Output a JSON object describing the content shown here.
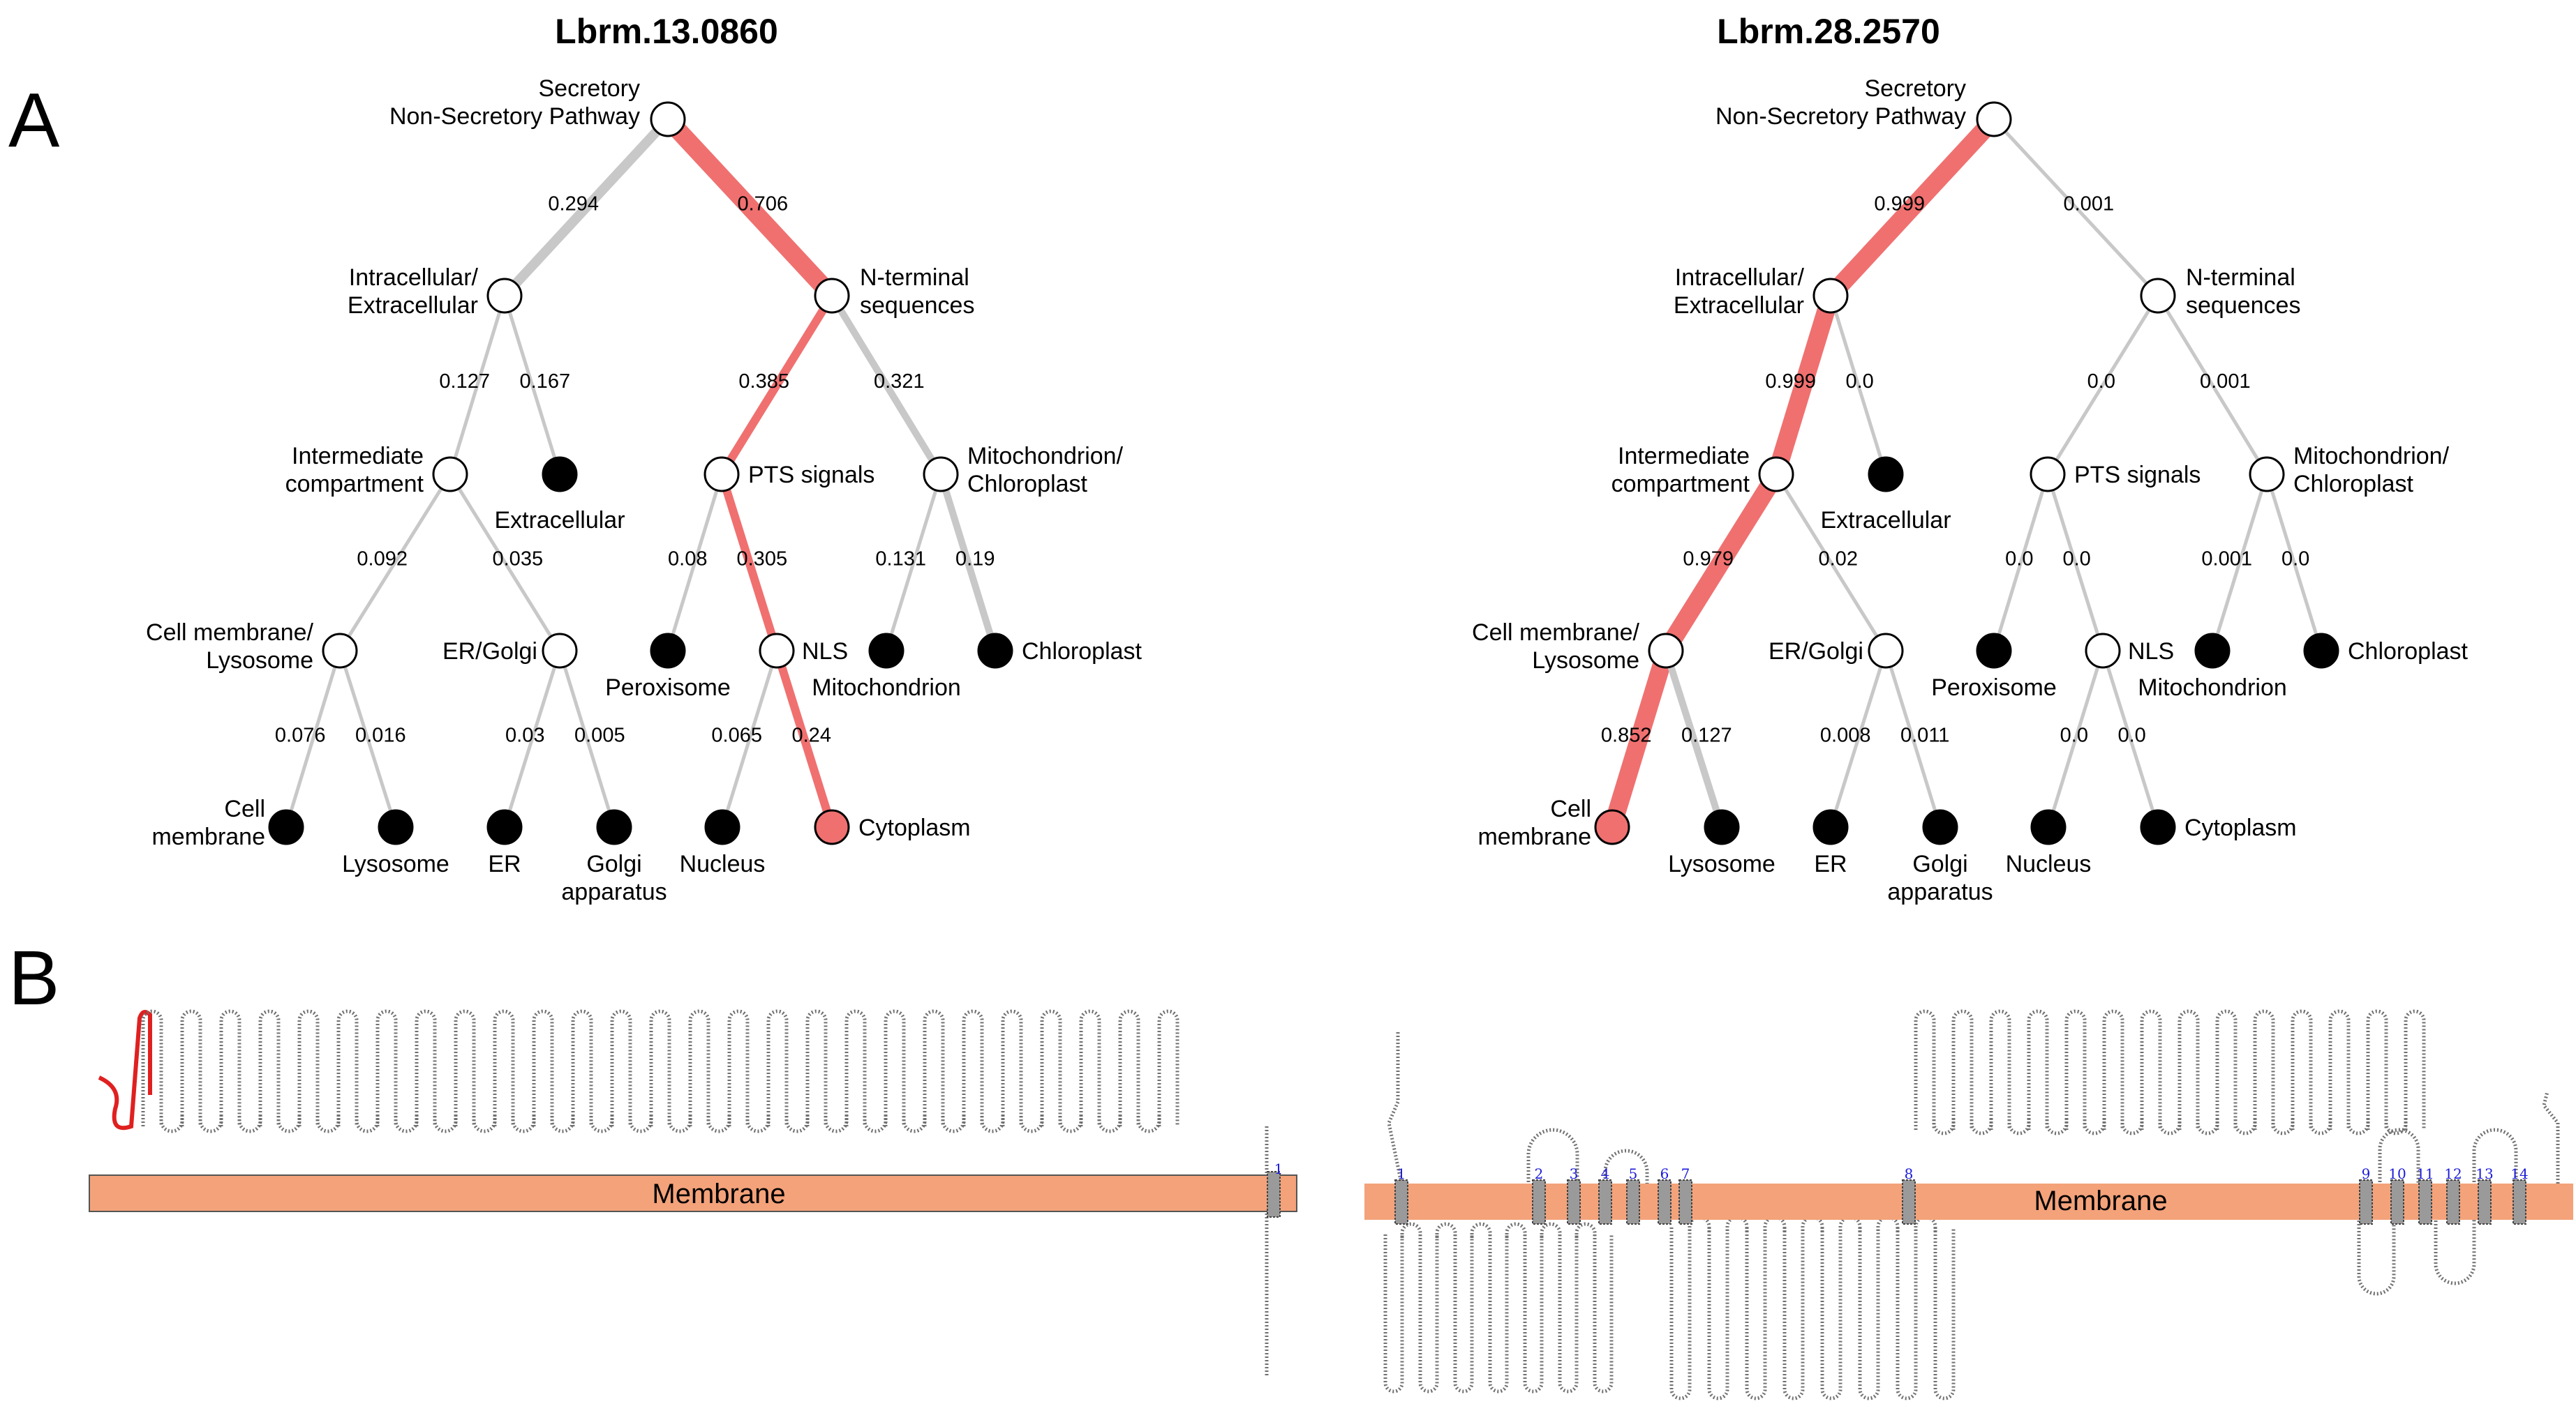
{
  "panel_letters": {
    "a": "A",
    "b": "B"
  },
  "colors": {
    "highlight": "#f07070",
    "gray": "#c8c8c8",
    "membrane": "#f4a27a",
    "loop": "#707070",
    "signal": "#e02020",
    "numbers": "#1a1adb"
  },
  "trees": [
    {
      "title": "Lbrm.13.0860",
      "nodes": {
        "root": {
          "label": [
            "Secretory",
            "Non-Secretory Pathway"
          ],
          "fill": "white"
        },
        "intra": {
          "label": [
            "Intracellular/",
            "Extracellular"
          ],
          "fill": "white"
        },
        "nterm": {
          "label": [
            "N-terminal",
            "sequences"
          ],
          "fill": "white"
        },
        "inter": {
          "label": [
            "Intermediate",
            "compartment"
          ],
          "fill": "white"
        },
        "extra": {
          "label": [
            "Extracellular"
          ],
          "fill": "black"
        },
        "pts": {
          "label": [
            "PTS signals"
          ],
          "fill": "white"
        },
        "mito": {
          "label": [
            "Mitochondrion/",
            "Chloroplast"
          ],
          "fill": "white"
        },
        "cml": {
          "label": [
            "Cell membrane/",
            "Lysosome"
          ],
          "fill": "white"
        },
        "erg": {
          "label": [
            "ER/Golgi"
          ],
          "fill": "white"
        },
        "perox": {
          "label": [
            "Peroxisome"
          ],
          "fill": "black"
        },
        "nls": {
          "label": [
            "NLS"
          ],
          "fill": "white"
        },
        "mitoc": {
          "label": [
            "Mitochondrion"
          ],
          "fill": "black"
        },
        "chloro": {
          "label": [
            "Chloroplast"
          ],
          "fill": "black"
        },
        "cellm": {
          "label": [
            "Cell",
            "membrane"
          ],
          "fill": "black"
        },
        "lyso": {
          "label": [
            "Lysosome"
          ],
          "fill": "black"
        },
        "er": {
          "label": [
            "ER"
          ],
          "fill": "black"
        },
        "golgi": {
          "label": [
            "Golgi",
            "apparatus"
          ],
          "fill": "black"
        },
        "nucleus": {
          "label": [
            "Nucleus"
          ],
          "fill": "black"
        },
        "cyto": {
          "label": [
            "Cytoplasm"
          ],
          "fill": "highlight"
        }
      },
      "edges": [
        {
          "from": "root",
          "to": "intra",
          "p": "0.294",
          "style": "gray-thick"
        },
        {
          "from": "root",
          "to": "nterm",
          "p": "0.706",
          "style": "red-thick"
        },
        {
          "from": "intra",
          "to": "inter",
          "p": "0.127",
          "style": "gray"
        },
        {
          "from": "intra",
          "to": "extra",
          "p": "0.167",
          "style": "gray"
        },
        {
          "from": "nterm",
          "to": "pts",
          "p": "0.385",
          "style": "red"
        },
        {
          "from": "nterm",
          "to": "mito",
          "p": "0.321",
          "style": "gray-mid"
        },
        {
          "from": "inter",
          "to": "cml",
          "p": "0.092",
          "style": "gray"
        },
        {
          "from": "inter",
          "to": "erg",
          "p": "0.035",
          "style": "gray"
        },
        {
          "from": "pts",
          "to": "perox",
          "p": "0.08",
          "style": "gray"
        },
        {
          "from": "pts",
          "to": "nls",
          "p": "0.305",
          "style": "red"
        },
        {
          "from": "mito",
          "to": "mitoc",
          "p": "0.131",
          "style": "gray"
        },
        {
          "from": "mito",
          "to": "chloro",
          "p": "0.19",
          "style": "gray-mid"
        },
        {
          "from": "cml",
          "to": "cellm",
          "p": "0.076",
          "style": "gray"
        },
        {
          "from": "cml",
          "to": "lyso",
          "p": "0.016",
          "style": "gray"
        },
        {
          "from": "erg",
          "to": "er",
          "p": "0.03",
          "style": "gray"
        },
        {
          "from": "erg",
          "to": "golgi",
          "p": "0.005",
          "style": "gray"
        },
        {
          "from": "nls",
          "to": "nucleus",
          "p": "0.065",
          "style": "gray"
        },
        {
          "from": "nls",
          "to": "cyto",
          "p": "0.24",
          "style": "red"
        }
      ]
    },
    {
      "title": "Lbrm.28.2570",
      "nodes": {
        "root": {
          "label": [
            "Secretory",
            "Non-Secretory Pathway"
          ],
          "fill": "white"
        },
        "intra": {
          "label": [
            "Intracellular/",
            "Extracellular"
          ],
          "fill": "white"
        },
        "nterm": {
          "label": [
            "N-terminal",
            "sequences"
          ],
          "fill": "white"
        },
        "inter": {
          "label": [
            "Intermediate",
            "compartment"
          ],
          "fill": "white"
        },
        "extra": {
          "label": [
            "Extracellular"
          ],
          "fill": "black"
        },
        "pts": {
          "label": [
            "PTS signals"
          ],
          "fill": "white"
        },
        "mito": {
          "label": [
            "Mitochondrion/",
            "Chloroplast"
          ],
          "fill": "white"
        },
        "cml": {
          "label": [
            "Cell membrane/",
            "Lysosome"
          ],
          "fill": "white"
        },
        "erg": {
          "label": [
            "ER/Golgi"
          ],
          "fill": "white"
        },
        "perox": {
          "label": [
            "Peroxisome"
          ],
          "fill": "black"
        },
        "nls": {
          "label": [
            "NLS"
          ],
          "fill": "white"
        },
        "mitoc": {
          "label": [
            "Mitochondrion"
          ],
          "fill": "black"
        },
        "chloro": {
          "label": [
            "Chloroplast"
          ],
          "fill": "black"
        },
        "cellm": {
          "label": [
            "Cell",
            "membrane"
          ],
          "fill": "highlight"
        },
        "lyso": {
          "label": [
            "Lysosome"
          ],
          "fill": "black"
        },
        "er": {
          "label": [
            "ER"
          ],
          "fill": "black"
        },
        "golgi": {
          "label": [
            "Golgi",
            "apparatus"
          ],
          "fill": "black"
        },
        "nucleus": {
          "label": [
            "Nucleus"
          ],
          "fill": "black"
        },
        "cyto": {
          "label": [
            "Cytoplasm"
          ],
          "fill": "black"
        }
      },
      "edges": [
        {
          "from": "root",
          "to": "intra",
          "p": "0.999",
          "style": "red-thick"
        },
        {
          "from": "root",
          "to": "nterm",
          "p": "0.001",
          "style": "gray"
        },
        {
          "from": "intra",
          "to": "inter",
          "p": "0.999",
          "style": "red-thick"
        },
        {
          "from": "intra",
          "to": "extra",
          "p": "0.0",
          "style": "gray"
        },
        {
          "from": "nterm",
          "to": "pts",
          "p": "0.0",
          "style": "gray"
        },
        {
          "from": "nterm",
          "to": "mito",
          "p": "0.001",
          "style": "gray"
        },
        {
          "from": "inter",
          "to": "cml",
          "p": "0.979",
          "style": "red-thick"
        },
        {
          "from": "inter",
          "to": "erg",
          "p": "0.02",
          "style": "gray"
        },
        {
          "from": "pts",
          "to": "perox",
          "p": "0.0",
          "style": "gray"
        },
        {
          "from": "pts",
          "to": "nls",
          "p": "0.0",
          "style": "gray"
        },
        {
          "from": "mito",
          "to": "mitoc",
          "p": "0.001",
          "style": "gray"
        },
        {
          "from": "mito",
          "to": "chloro",
          "p": "0.0",
          "style": "gray"
        },
        {
          "from": "cml",
          "to": "cellm",
          "p": "0.852",
          "style": "red-thick"
        },
        {
          "from": "cml",
          "to": "lyso",
          "p": "0.127",
          "style": "gray-mid"
        },
        {
          "from": "erg",
          "to": "er",
          "p": "0.008",
          "style": "gray"
        },
        {
          "from": "erg",
          "to": "golgi",
          "p": "0.011",
          "style": "gray"
        },
        {
          "from": "nls",
          "to": "nucleus",
          "p": "0.0",
          "style": "gray"
        },
        {
          "from": "nls",
          "to": "cyto",
          "p": "0.0",
          "style": "gray"
        }
      ]
    }
  ],
  "topology": {
    "left": {
      "membrane_label": "Membrane",
      "helix_numbers": [
        "1"
      ]
    },
    "right": {
      "membrane_label": "Membrane",
      "helix_numbers": [
        "1",
        "2",
        "3",
        "4",
        "5",
        "6",
        "7",
        "8",
        "9",
        "10",
        "11",
        "12",
        "13",
        "14"
      ]
    }
  }
}
